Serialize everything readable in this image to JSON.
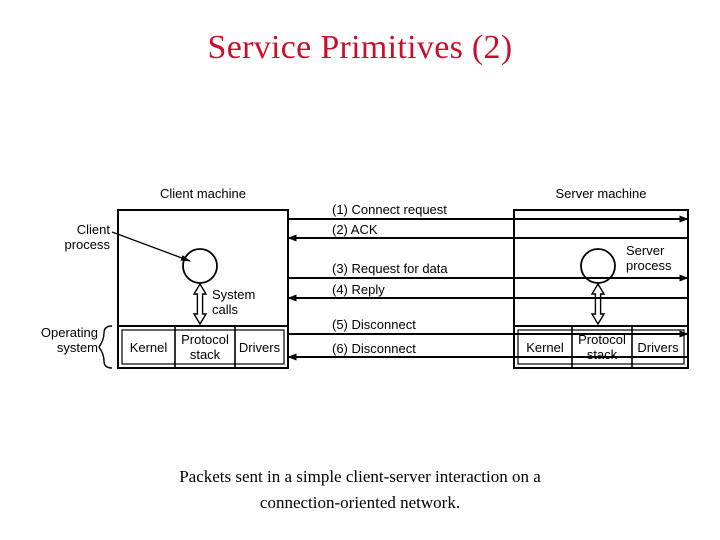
{
  "slide": {
    "title": "Service Primitives (2)",
    "title_color": "#C8102E",
    "caption_line1": "Packets sent in a simple client-server interaction on a",
    "caption_line2": "connection-oriented network."
  },
  "diagram": {
    "client": {
      "machine_label": "Client machine",
      "process_label": "Client process",
      "os_label": "Operating system",
      "system_calls_label": "System calls",
      "os_cells": [
        "Kernel",
        "Protocol stack",
        "Drivers"
      ]
    },
    "server": {
      "machine_label": "Server machine",
      "process_label": "Server process",
      "os_cells": [
        "Kernel",
        "Protocol stack",
        "Drivers"
      ]
    },
    "messages": [
      {
        "num": "(1)",
        "text": "Connect request",
        "label": "(1) Connect request",
        "direction": "right"
      },
      {
        "num": "(2)",
        "text": "ACK",
        "label": "(2) ACK",
        "direction": "left"
      },
      {
        "num": "(3)",
        "text": "Request for data",
        "label": "(3) Request for data",
        "direction": "right"
      },
      {
        "num": "(4)",
        "text": "Reply",
        "label": "(4) Reply",
        "direction": "left"
      },
      {
        "num": "(5)",
        "text": "Disconnect",
        "label": "(5) Disconnect",
        "direction": "right"
      },
      {
        "num": "(6)",
        "text": "Disconnect",
        "label": "(6) Disconnect",
        "direction": "left"
      }
    ]
  }
}
